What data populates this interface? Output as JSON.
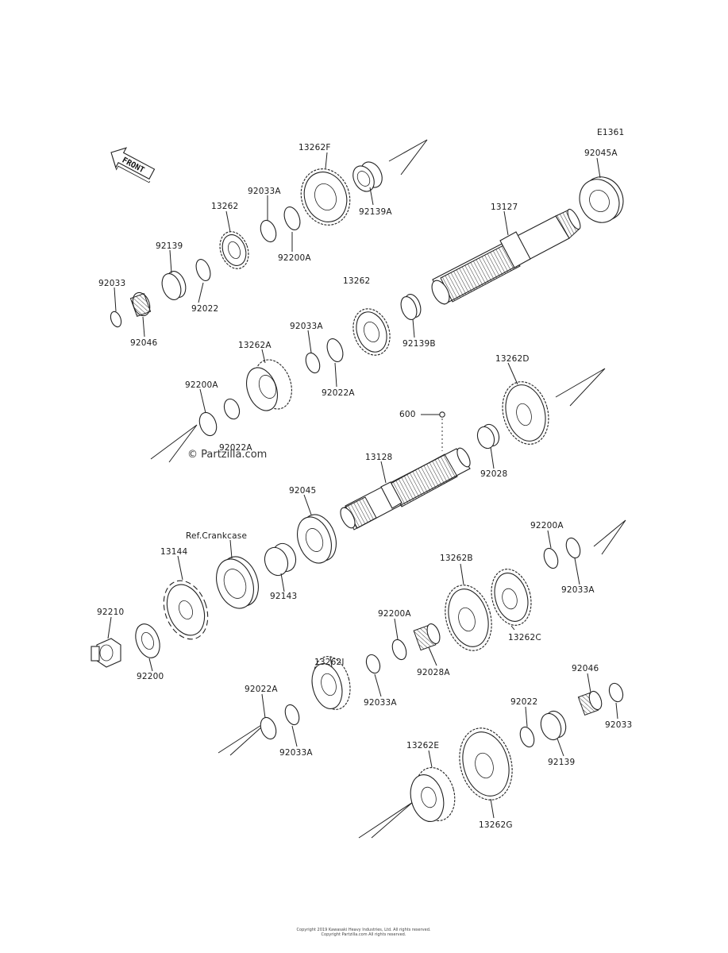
{
  "diagram_id": "E1361",
  "front_label": "FRONT",
  "watermark": "© Partzilla.com",
  "footer_line_1": "Copyright 2019 Kawasaki Heavy Industries, Ltd. All rights reserved.",
  "footer_line_2": "Copyright Partzilla.com All rights reserved.",
  "labels": {
    "p13262F": "13262F",
    "p92045A": "92045A",
    "p92139A": "92139A",
    "p92033A_1": "92033A",
    "p13262_1": "13262",
    "p13127": "13127",
    "p92200A_1": "92200A",
    "p92139_1": "92139",
    "p13262_2": "13262",
    "p92033_1": "92033",
    "p92022_1": "92022",
    "p92046_1": "92046",
    "p92033A_2": "92033A",
    "p13262A": "13262A",
    "p92139B": "92139B",
    "p92022A_1": "92022A",
    "p13262D": "13262D",
    "p92200A_2": "92200A",
    "p92022A_2": "92022A",
    "p600": "600",
    "p13128": "13128",
    "p92028": "92028",
    "p92045": "92045",
    "p_ref": "Ref.Crankcase",
    "p13144": "13144",
    "p92143": "92143",
    "p92200A_3": "92200A",
    "p13262B": "13262B",
    "p92033A_3": "92033A",
    "p92210": "92210",
    "p92200A_4": "92200A",
    "p13262C": "13262C",
    "p92200": "92200",
    "p13262I": "13262I",
    "p92028A": "92028A",
    "p92022A_3": "92022A",
    "p92033A_4": "92033A",
    "p92046_2": "92046",
    "p92022_2": "92022",
    "p92033A_5": "92033A",
    "p92033_2": "92033",
    "p92139_2": "92139",
    "p13262E": "13262E",
    "p13262G": "13262G"
  }
}
